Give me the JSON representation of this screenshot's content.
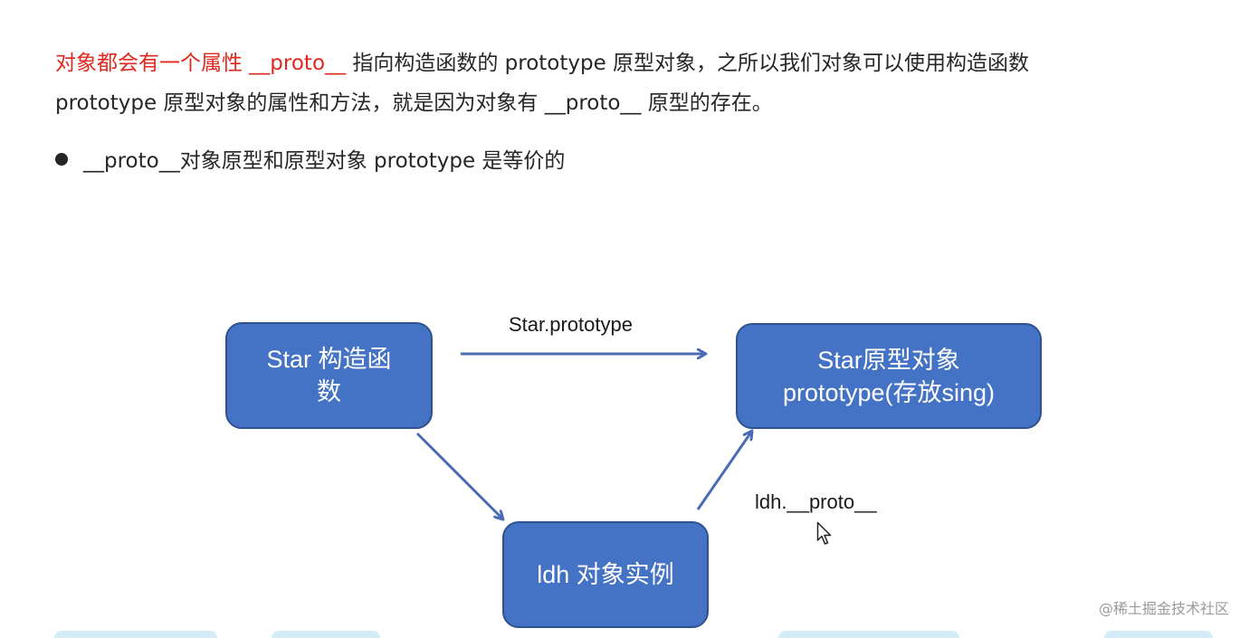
{
  "text": {
    "line1_red": "对象都会有一个属性 __proto__",
    "line1_rest": " 指向构造函数的 prototype 原型对象，之所以我们对象可以使用构造函数",
    "line2": "prototype 原型对象的属性和方法，就是因为对象有 __proto__ 原型的存在。",
    "bullet1": "__proto__对象原型和原型对象 prototype 是等价的"
  },
  "diagram": {
    "box_constructor": {
      "line1": "Star 构造函",
      "line2": "数"
    },
    "box_prototype": {
      "line1": "Star原型对象",
      "line2": "prototype(存放sing)"
    },
    "box_instance": {
      "label": "ldh 对象实例"
    },
    "edge_prototype_label": "Star.prototype",
    "edge_proto_label": "ldh.__proto__"
  },
  "watermark": "@稀土掘金技术社区",
  "colors": {
    "box_fill": "#4472c4",
    "box_border": "#2f528f",
    "arrow": "#4a6cb5",
    "highlight_text": "#e0281e"
  },
  "icons": {
    "cursor": "mouse-pointer-icon"
  }
}
